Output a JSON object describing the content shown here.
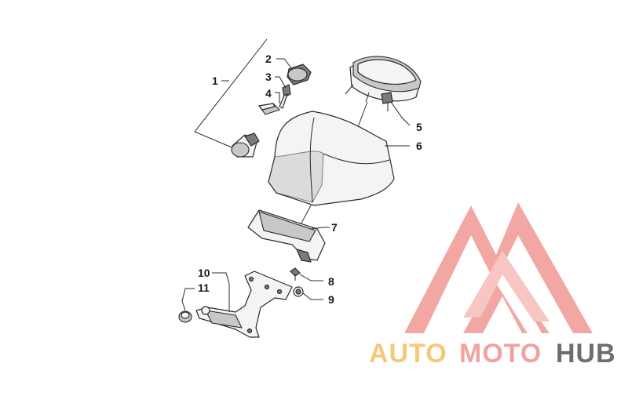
{
  "callouts": [
    {
      "id": "1",
      "label": "1"
    },
    {
      "id": "2",
      "label": "2"
    },
    {
      "id": "3",
      "label": "3"
    },
    {
      "id": "4",
      "label": "4"
    },
    {
      "id": "5",
      "label": "5"
    },
    {
      "id": "6",
      "label": "6"
    },
    {
      "id": "7",
      "label": "7"
    },
    {
      "id": "8",
      "label": "8"
    },
    {
      "id": "9",
      "label": "9"
    },
    {
      "id": "10",
      "label": "10"
    },
    {
      "id": "11",
      "label": "11"
    }
  ],
  "watermark": {
    "part1": "AUTO",
    "part2": "MOTO",
    "part3": "HUB",
    "colors": {
      "logo": "#f08a85",
      "auto": "#f5c87a",
      "moto": "#f2a3a0",
      "hub": "#6e6e6e"
    }
  }
}
